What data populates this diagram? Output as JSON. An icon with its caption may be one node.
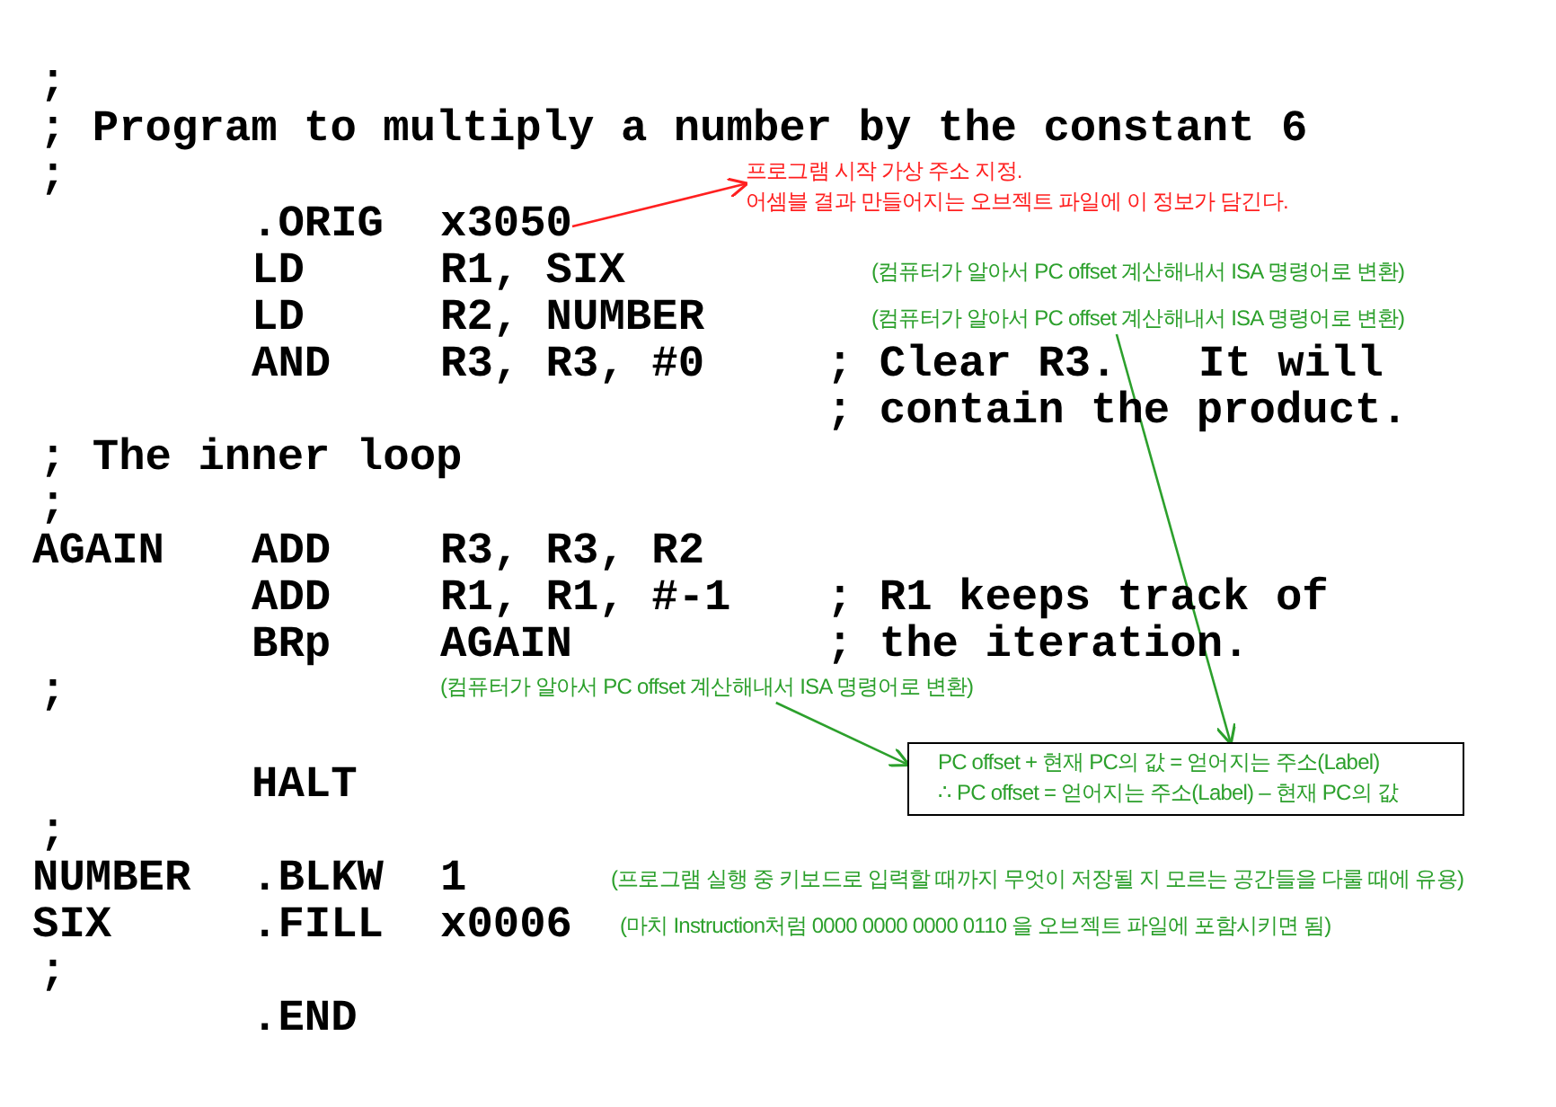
{
  "diagram": {
    "nodes": [
      {
        "text": [
          "x3050"
        ]
      },
      {
        "text": [
          "프로그램 시작 가상 주소 지정.",
          "어셈블 결과 만들어지는 오브젝트 파일에 이 정보가 담긴다."
        ]
      },
      {
        "text": [
          "(컴퓨터가 알아서 PC offset 계산해내서 ISA 명령어로 변환)"
        ]
      },
      {
        "text": [
          "(컴퓨터가 알아서 PC offset 계산해내서 ISA 명령어로 변환)"
        ]
      },
      {
        "text": [
          "PC offset + 현재 PC의 값 = 얻어지는 주소(Label)",
          "∴ PC offset = 얻어지는 주소(Label) – 현재 PC의 값"
        ]
      }
    ],
    "edges": [
      {
        "from": 0,
        "to": 1,
        "arrow": "to",
        "color": "#ff2020"
      },
      {
        "from": 2,
        "to": 4,
        "arrow": "to"
      },
      {
        "from": 3,
        "to": 4,
        "arrow": "to"
      }
    ],
    "labels": [
      ";",
      "; Program to multiply a number by the constant 6",
      ";",
      ".ORIG",
      "LD",
      "R1, SIX",
      "(컴퓨터가 알아서 PC offset 계산해내서 ISA 명령어로 변환)",
      "LD",
      "R2, NUMBER",
      "AND",
      "R3, R3, #0",
      "; Clear R3.",
      "It will",
      "; contain the product.",
      "; The inner loop",
      ";",
      "AGAIN",
      "ADD",
      "R3, R3, R2",
      "ADD",
      "R1, R1, #-1",
      "; R1 keeps track of",
      "BRp",
      "AGAIN",
      "; the iteration.",
      ";",
      "HALT",
      ";",
      "NUMBER",
      ".BLKW",
      "1",
      "(프로그램 실행 중 키보드로 입력할 때까지 무엇이 저장될 지 모르는 공간들을 다룰 때에 유용)",
      "SIX",
      ".FILL",
      "x0006",
      "(마치 Instruction처럼 0000 0000 0000 0110 을 오브젝트 파일에 포함시키면 됨)",
      ";",
      ".END"
    ]
  }
}
